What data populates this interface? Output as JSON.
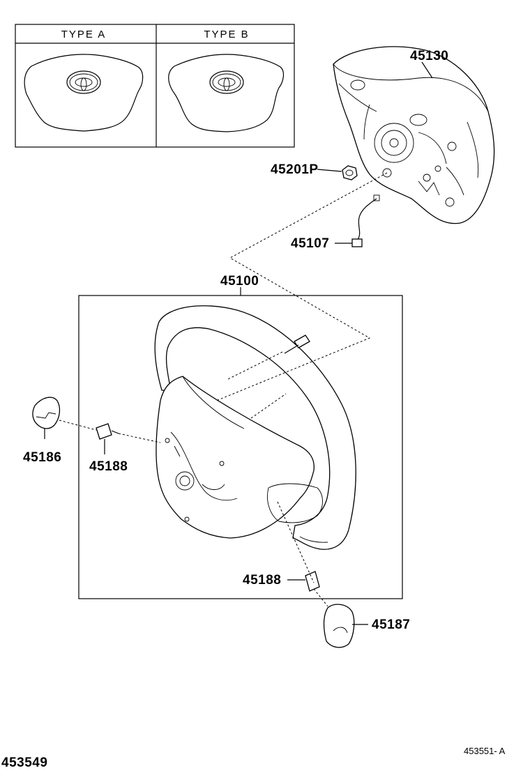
{
  "type_box": {
    "type_a_label": "TYPE A",
    "type_b_label": "TYPE B"
  },
  "parts": {
    "p45130": "45130",
    "p45201p": "45201P",
    "p45107": "45107",
    "p45100": "45100",
    "p45186": "45186",
    "p45188_left": "45188",
    "p45188_bottom": "45188",
    "p45187": "45187"
  },
  "footer": {
    "left_code": "453549",
    "right_code": "453551- A"
  },
  "icons": [
    "toyota-emblem-icon",
    "airbag-pad-icon",
    "steering-wheel-icon",
    "bolt-icon",
    "nut-icon",
    "connector-wire-icon",
    "cover-icon"
  ]
}
